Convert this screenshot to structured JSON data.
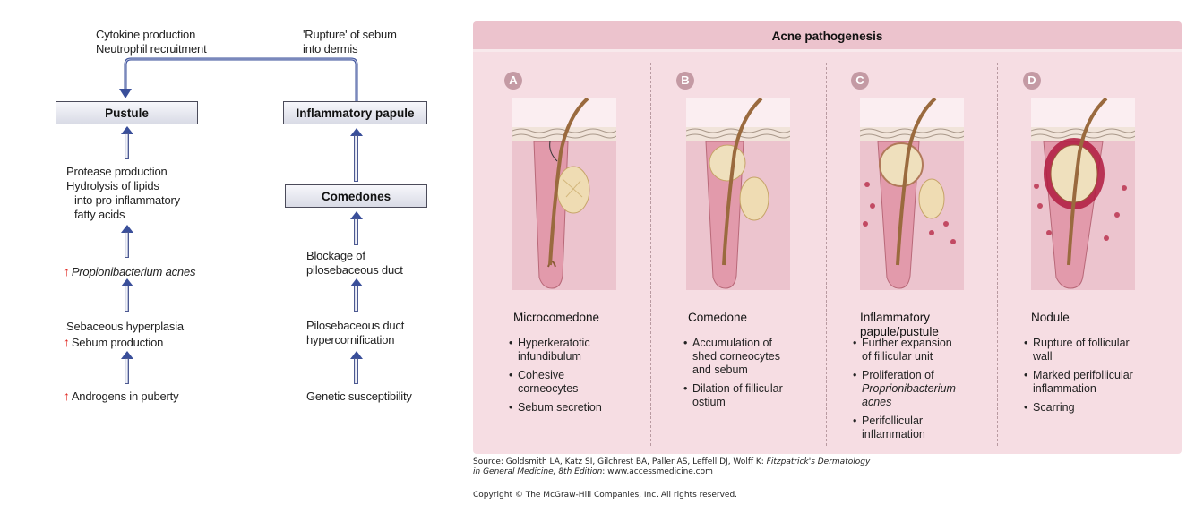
{
  "flowchart": {
    "top_left": [
      "Cytokine production",
      "Neutrophil recruitment"
    ],
    "top_right": [
      "'Rupture' of sebum",
      "into dermis"
    ],
    "boxes": {
      "pustule": "Pustule",
      "inflammatory_papule": "Inflammatory papule",
      "comedones": "Comedones"
    },
    "left_column": {
      "protease": [
        "Protease production",
        "Hydrolysis of lipids",
        "into pro-inflammatory",
        "fatty acids"
      ],
      "propionibacterium": "Propionibacterium acnes",
      "sebaceous": "Sebaceous hyperplasia",
      "sebum": "Sebum production",
      "androgens": "Androgens in puberty"
    },
    "right_column": {
      "blockage": [
        "Blockage of",
        "pilosebaceous duct"
      ],
      "hypercornification": [
        "Pilosebaceous duct",
        "hypercornification"
      ],
      "genetic": "Genetic susceptibility"
    },
    "up_symbol": "↑"
  },
  "panel": {
    "title": "Acne pathogenesis",
    "columns": [
      {
        "letter": "A",
        "stage": "Microcomedone",
        "bullets": [
          "Hyperkeratotic\ninfundibulum",
          "Cohesive\ncorneocytes",
          "Sebum secretion"
        ]
      },
      {
        "letter": "B",
        "stage": "Comedone",
        "bullets": [
          "Accumulation of\nshed corneocytes\nand sebum",
          "Dilation of fillicular\nostium"
        ]
      },
      {
        "letter": "C",
        "stage": "Inflammatory\npapule/pustule",
        "bullets": [
          "Further expansion\nof fillicular unit",
          "Proliferation of\nProprionibacterium\nacnes",
          "Perifollicular\ninflammation"
        ]
      },
      {
        "letter": "D",
        "stage": "Nodule",
        "bullets": [
          "Rupture of follicular\nwall",
          "Marked perifollicular\ninflammation",
          "Scarring"
        ]
      }
    ]
  },
  "footer": {
    "source_prefix": "Source: Goldsmith LA, Katz SI, Gilchrest BA, Paller AS, Leffell DJ, Wolff K: ",
    "source_title_1": "Fitzpatrick's Dermatology",
    "source_title_2": "in General Medicine, 8th Edition",
    "source_suffix": ": www.accessmedicine.com",
    "copyright": "Copyright © The McGraw-Hill Companies, Inc. All rights reserved."
  },
  "colors": {
    "panel_bg": "#f6dde3",
    "panel_header": "#ecc3cd",
    "letter_badge": "#c49aa4",
    "arrow_blue": "#3a4f9a",
    "up_red": "#e0241d",
    "skin": "#e7a0ae",
    "hair": "#9a6a3e"
  }
}
